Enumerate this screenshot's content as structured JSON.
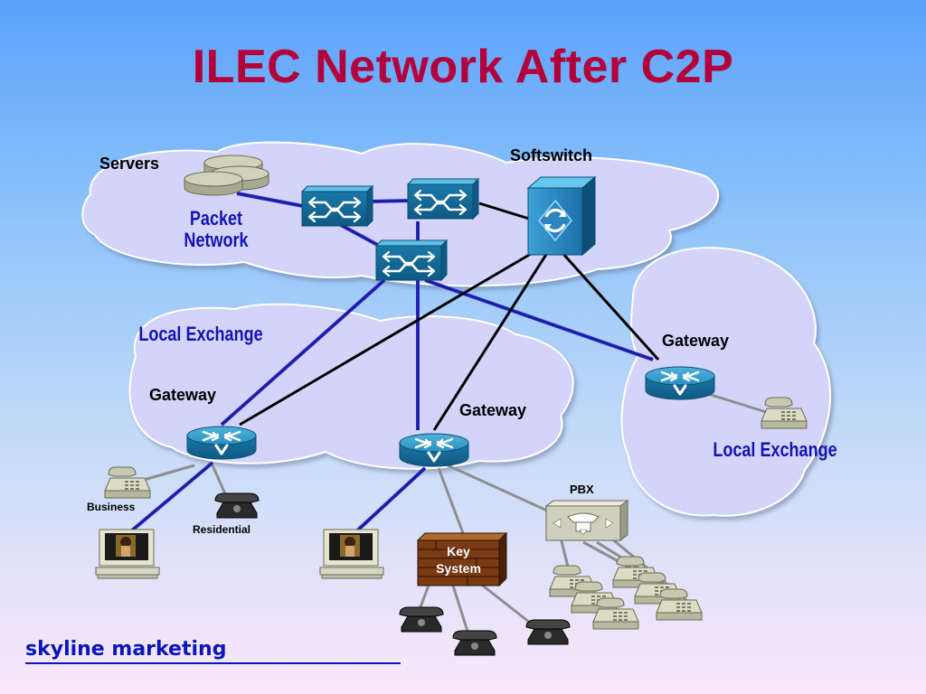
{
  "title": "ILEC Network After C2P",
  "labels": {
    "servers": "Servers",
    "packet_network": [
      "Packet",
      "Network"
    ],
    "softswitch": "Softswitch",
    "local_exchange_left": "Local Exchange",
    "local_exchange_right": "Local Exchange",
    "gateway_left": "Gateway",
    "gateway_middle": "Gateway",
    "gateway_right": "Gateway",
    "business": "Business",
    "residential": "Residential",
    "pbx": "PBX",
    "key_system": [
      "Key",
      "System"
    ]
  },
  "footer": {
    "brand": "skyline marketing"
  },
  "colors": {
    "title": "#b3003a",
    "cloud_fill": "#d4d4fb",
    "router_blue": "#1e7dab",
    "link_blue": "#2a2acc",
    "label_blue": "#1414b4",
    "brand": "#0a16b8"
  },
  "icons": [
    "server-icon",
    "router-icon",
    "softswitch-icon",
    "gateway-icon",
    "telephone-icon",
    "computer-icon",
    "pbx-icon",
    "key-system-icon"
  ]
}
